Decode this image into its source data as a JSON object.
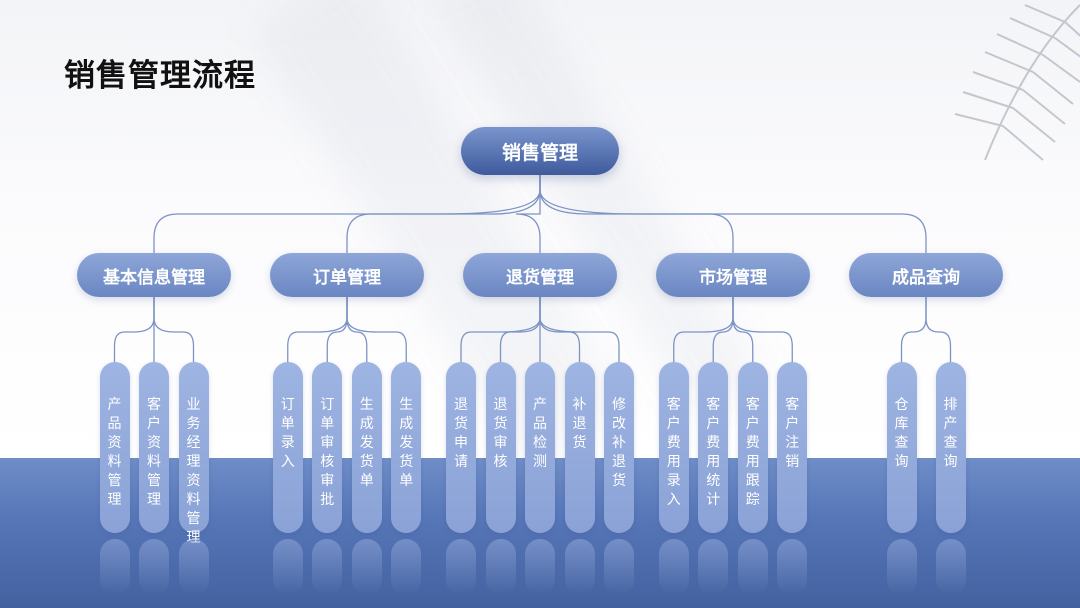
{
  "title": "销售管理流程",
  "root": {
    "label": "销售管理"
  },
  "categories": [
    {
      "label": "基本信息管理",
      "items": [
        "产品资料管理",
        "客户资料管理",
        "业务经理资料管理"
      ]
    },
    {
      "label": "订单管理",
      "items": [
        "订单录入",
        "订单审核审批",
        "生成发货单",
        "生成发货单"
      ]
    },
    {
      "label": "退货管理",
      "items": [
        "退货申请",
        "退货审核",
        "产品检测",
        "补退货",
        "修改补退货"
      ]
    },
    {
      "label": "市场管理",
      "items": [
        "客户费用录入",
        "客户费用统计",
        "客户费用跟踪",
        "客户注销"
      ]
    },
    {
      "label": "成品查询",
      "items": [
        "仓库查询",
        "排产查询"
      ]
    }
  ],
  "colors": {
    "line": "#7d93c4",
    "accent": "#4a66a8"
  },
  "decoration": {
    "icon": "palm-leaf-icon"
  }
}
